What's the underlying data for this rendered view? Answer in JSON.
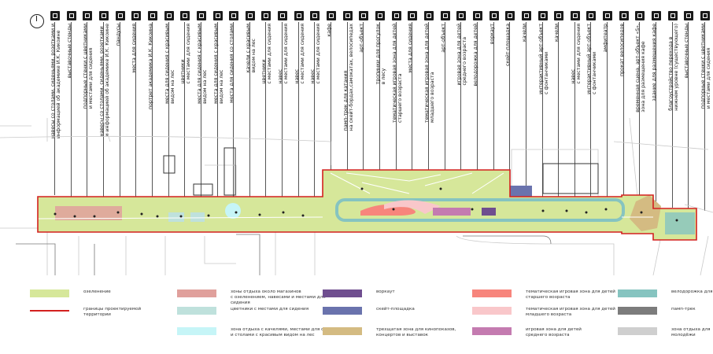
{
  "labels": [
    {
      "icon": "pavilion-icon",
      "text": "навесы со столами, сиденьями, розетками и\nинформацией об академике И.К. Кикоине"
    },
    {
      "icon": "stand-icon",
      "text": "выставочные стенды"
    },
    {
      "icon": "flowerbed-icon",
      "text": "подпорные стенки с цветниками\nи местами для сидения"
    },
    {
      "icon": "pavilion-icon",
      "text": "навесы со столами, сиденьями, розетками\nи информацией об академике И.К. Кикоине"
    },
    {
      "icon": "podium-icon",
      "text": "пандусы"
    },
    {
      "icon": "bench-icon",
      "text": "места для сидения"
    },
    {
      "icon": "portrait-icon",
      "text": "портрет академика И.К. Кикоина"
    },
    {
      "icon": "bench-icon",
      "text": "места для сидения с красивым\nвидом на лес"
    },
    {
      "icon": "flowerbed-icon",
      "text": "цветники\nс местами для сидения"
    },
    {
      "icon": "bench-icon",
      "text": "места для сидения с красивым\nвидом на лес"
    },
    {
      "icon": "swing-icon",
      "text": "места для сидения с красивым\nвидом на лес"
    },
    {
      "icon": "table-icon",
      "text": "места для сидения со столами"
    },
    {
      "icon": "swing-icon",
      "text": "качели с красивым\nвидом на лес"
    },
    {
      "icon": "flowerbed-icon",
      "text": "цветники\nс местами для сидения"
    },
    {
      "icon": "pavilion-icon",
      "text": "навес\nс местами для сидения"
    },
    {
      "icon": "pavilion-icon",
      "text": "навес\nс местами для сидения"
    },
    {
      "icon": "pavilion-icon",
      "text": "навес\nс местами для сидения"
    },
    {
      "icon": "cafe-icon",
      "text": "кафе"
    },
    {
      "icon": "pumptrack-icon",
      "text": "памп-трек для катания\nна скейт-бордах,самокатах, велосипедах"
    },
    {
      "icon": "artobject-icon",
      "text": "арт-объект"
    },
    {
      "icon": "forest-icon",
      "text": "тропинки для прогулок\nв лесу"
    },
    {
      "icon": "playground-icon",
      "text": "тематическая игровая зона для детей\nстаршего возраста"
    },
    {
      "icon": "bench-icon",
      "text": "места для сидения"
    },
    {
      "icon": "playground-icon",
      "text": "тематическая игровая зона для детей\nмладшего возраста"
    },
    {
      "icon": "artobject-icon",
      "text": "арт-объект"
    },
    {
      "icon": "playground-icon",
      "text": "игровая зона для детей\nсреднего возраста"
    },
    {
      "icon": "bike-icon",
      "text": "велодорожка для детей"
    },
    {
      "icon": "workout-icon",
      "text": "воркаут"
    },
    {
      "icon": "skate-icon",
      "text": "скейт-площадка"
    },
    {
      "icon": "swing-icon",
      "text": "качели"
    },
    {
      "icon": "artobject-icon",
      "text": "интерактивный арт-объект\nс фонтанчиками"
    },
    {
      "icon": "swing-icon",
      "text": "качели"
    },
    {
      "icon": "pavilion-icon",
      "text": "навес\nс местами для сидения"
    },
    {
      "icon": "artobject-icon",
      "text": "интерактивный арт-объект\nс фонтанчиками"
    },
    {
      "icon": "amphitheater-icon",
      "text": "амфитеатр"
    },
    {
      "icon": "bike-icon",
      "text": "прокат велосипедов"
    },
    {
      "icon": "tree-icon",
      "text": "временная сцена, арт-объект «S»,\nзона для размещения кафе"
    },
    {
      "icon": "building-icon",
      "text": "здание для размещения кафе"
    },
    {
      "icon": "crossing-icon",
      "text": "благоустройство перехода в\nнижнем уровне (существующего)"
    },
    {
      "icon": "stand-icon",
      "text": "выставочные стенды"
    },
    {
      "icon": "flowerbed-icon",
      "text": "подпорные стенки с цветниками\nи местами для сидения"
    }
  ],
  "legend": [
    {
      "color": "#d6e79a",
      "text": "озеленение"
    },
    {
      "color": "#d3201f",
      "text": "границы проектируемой\nтерритории",
      "line": true
    },
    {
      "color": "#e0a09c",
      "text": "зоны отдыха около магазинов\nс озеленением, навесами и местами для\nсидения"
    },
    {
      "color": "#bfe1dc",
      "text": "цветники с местами для сидения"
    },
    {
      "color": "#c6f5f7",
      "text": "зона отдыха с качелями, местами для сидения,\nи столами с красивым видом на лес"
    },
    {
      "color": "#6f4e8f",
      "text": "воркаут"
    },
    {
      "color": "#6a73ad",
      "text": "скейт-площадка"
    },
    {
      "color": "#d4bb82",
      "text": "трехщатая зона для кинопоказов,\nконцертов и выставок"
    },
    {
      "color": "#f7857c",
      "text": "тематическая игровая зона для детей\nстаршего возраста"
    },
    {
      "color": "#f9c7ca",
      "text": "тематическая игровая зона для детей\nмладшего возраста"
    },
    {
      "color": "#c47bb0",
      "text": "игровая зона для детей\nсреднего возраста"
    },
    {
      "color": "#86c4c0",
      "text": "велодорожка для детей"
    },
    {
      "color": "#7c7c7c",
      "text": "памп-трек"
    },
    {
      "color": "#cfcfcf",
      "text": "зона отдыха для\nмолодёжи"
    }
  ]
}
